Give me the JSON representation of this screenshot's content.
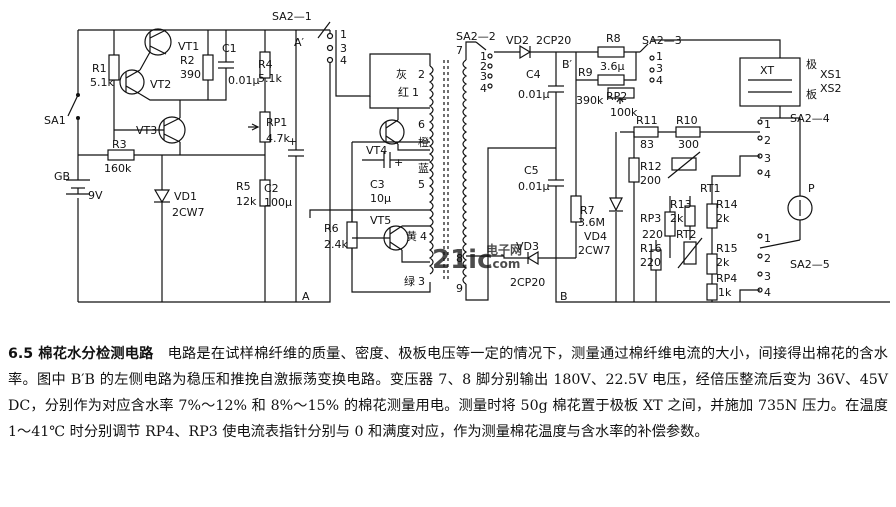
{
  "schematic": {
    "labels": {
      "sa1": "SA1",
      "gb": "GB",
      "gb_v": "9V",
      "r1": "R1",
      "r1_v": "5.1k",
      "r2": "R2",
      "r2_v": "390",
      "vt1": "VT1",
      "vt2": "VT2",
      "vt3": "VT3",
      "c1": "C1",
      "c1_v": "0.01μ",
      "r3": "R3",
      "r3_v": "160k",
      "vd1": "VD1",
      "vd1_v": "2CW7",
      "r4": "R4",
      "r4_v": "5.1k",
      "rp1": "RP1",
      "rp1_v": "4.7k",
      "r5": "R5",
      "r5_v": "12k",
      "c2": "C2",
      "c2_v": "100μ",
      "sa2_1": "SA2—1",
      "a_prime": "A′",
      "a": "A",
      "n1": "1",
      "n3": "3",
      "n4": "4",
      "grey": "灰",
      "grey_n": "2",
      "red": "红",
      "red_n": "1",
      "n6": "6",
      "orange": "橙",
      "vt4": "VT4",
      "c3": "C3",
      "c3_v": "10μ",
      "n5": "5",
      "blue": "蓝",
      "r6": "R6",
      "r6_v": "2.4k",
      "vt5": "VT5",
      "yellow": "黄",
      "yellow_n": "4",
      "green": "绿",
      "green_n": "3",
      "n7": "7",
      "n8": "8",
      "n9": "9",
      "sa2_2": "SA2—2",
      "vd2": "VD2",
      "vd2_v": "2CP20",
      "b_prime": "B′",
      "b": "B",
      "c4": "C4",
      "c4_v": "0.01μ",
      "c5": "C5",
      "c5_v": "0.01μ",
      "r7": "R7",
      "r7_v": "3.6M",
      "vd3": "VD3",
      "vd3_v": "2CP20",
      "vd4": "VD4",
      "vd4_v": "2CW7",
      "r8": "R8",
      "r8_v": "3.6μ",
      "r9": "R9",
      "r9_v": "390k",
      "rp2": "RP2",
      "rp2_v": "100k",
      "sa2_3": "SA2—3",
      "r11": "R11",
      "r11_v": "83",
      "r10": "R10",
      "r10_v": "300",
      "r12": "R12",
      "r12_v": "200",
      "rt1": "RT1",
      "rp3": "RP3",
      "rp3_v": "220",
      "r13": "R13",
      "r13_v": "2k",
      "r14": "R14",
      "r14_v": "2k",
      "r16": "R16",
      "r16_v": "220",
      "rt2": "RT2",
      "r15": "R15",
      "r15_v": "2k",
      "rp4": "RP4",
      "rp4_v": "1k",
      "xt": "XT",
      "plate_top": "极",
      "plate_bot": "板",
      "xs1": "XS1",
      "xs2": "XS2",
      "sa2_4": "SA2—4",
      "sa2_5": "SA2—5",
      "meter": "P",
      "s1": "1",
      "s2": "2",
      "s3": "3",
      "s4": "4",
      "watermark_a": "21ic",
      "watermark_b": "电子网",
      "watermark_c": ".com"
    }
  },
  "description": {
    "heading": "6.5  棉花水分检测电路",
    "body": "电路是在试样棉纤维的质量、密度、极板电压等一定的情况下，测量通过棉纤维电流的大小，间接得出棉花的含水率。图中 B′B 的左侧电路为稳压和推挽自激振荡变换电路。变压器 7、8 脚分别输出 180V、22.5V 电压，经倍压整流后变为 36V、45V DC，分别作为对应含水率 7%～12% 和 8%～15% 的棉花测量用电。测量时将 50g 棉花置于极板 XT 之间，并施加 735N 压力。在温度 1～41℃ 时分别调节 RP4、RP3 使电流表指针分别与 0 和满度对应，作为测量棉花温度与含水率的补偿参数。"
  }
}
